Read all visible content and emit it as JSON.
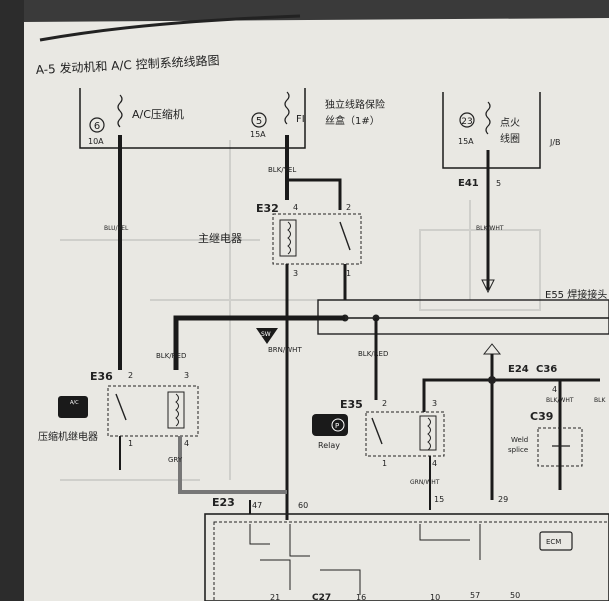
{
  "title": "A-5 发动机和 A/C 控制系统线路图",
  "fuse_box": {
    "fuse6_num": "6",
    "fuse6_amp": "10A",
    "fuse6_label": "A/C压缩机",
    "fuse5_num": "5",
    "fuse5_amp": "15A",
    "fuse5_label": "FI",
    "box_label_line1": "独立线路保险",
    "box_label_line2": "丝盒（1#）",
    "fuse23_num": "23",
    "fuse23_amp": "15A",
    "fuse23_label_line1": "点火",
    "fuse23_label_line2": "线圈",
    "box2_code": "J/B"
  },
  "wires": {
    "blk_yel": "BLK/YEL",
    "blu_yel": "BLU/YEL",
    "blk_wht": "BLK/WHT",
    "brn_wht": "BRN/WHT",
    "blk_red_left": "BLK/RED",
    "blk_red_mid": "BLK/RED",
    "gry": "GRY",
    "grn_wht": "GRN/WHT",
    "blk_wht_right": "BLK/WHT",
    "blk_edge": "BLK"
  },
  "connectors": {
    "e32": "E32",
    "e32_p4": "4",
    "e32_p2": "2",
    "e32_p3": "3",
    "e32_p1": "1",
    "e41": "E41",
    "e41_p5": "5",
    "e55": "E55 焊接接头",
    "e36": "E36",
    "e36_p2": "2",
    "e36_p3": "3",
    "e36_p1": "1",
    "e36_p4": "4",
    "e35": "E35",
    "e35_p2": "2",
    "e35_p3": "3",
    "e35_p1": "1",
    "e35_p4": "4",
    "e24": "E24",
    "c36": "C36",
    "c36_p4": "4",
    "c39": "C39",
    "e23": "E23",
    "p47": "47",
    "p60": "60",
    "p15": "15",
    "p29": "29",
    "p21": "21",
    "c27": "C27",
    "p16": "16",
    "p10": "10",
    "p57": "57",
    "p50": "50"
  },
  "labels": {
    "main_relay": "主继电器",
    "comp_relay": "压缩机继电器",
    "relay": "Relay",
    "weld_line1": "Weld",
    "weld_line2": "splice",
    "ecm": "ECM",
    "ground_sw": "SW",
    "ac_icon_text": "A/C",
    "p_icon_text": "P"
  },
  "colors": {
    "paper": "#e9e8e3",
    "page_edge": "#2c2c2c",
    "ink": "#1a1a1a",
    "ghost": "#c9c9c6"
  }
}
